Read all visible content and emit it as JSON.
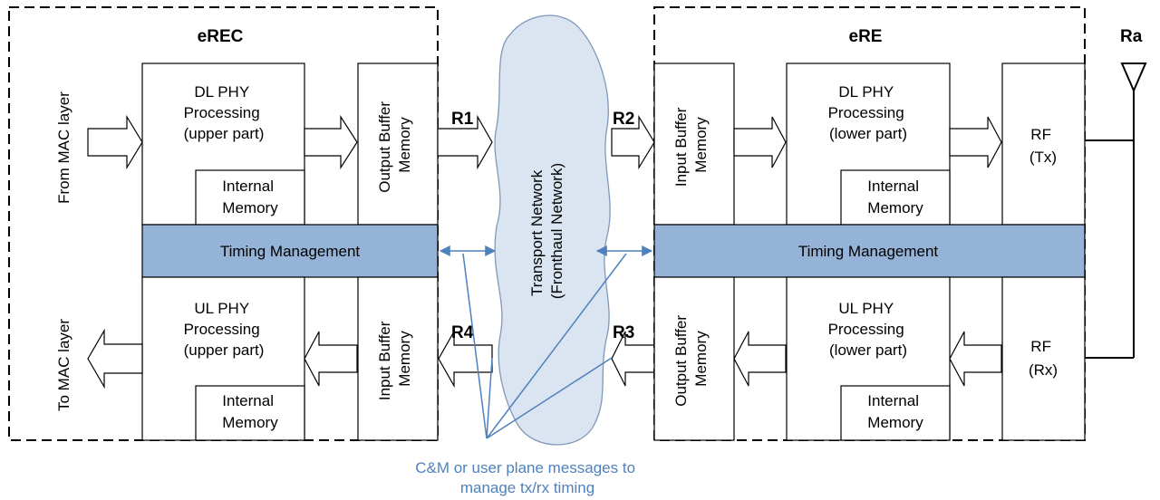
{
  "diagram": {
    "erec_title": "eREC",
    "ere_title": "eRE",
    "antenna_label": "Ra",
    "from_mac": "From MAC layer",
    "to_mac": "To MAC layer",
    "erec_dl": [
      "DL PHY",
      "Processing",
      "(upper part)"
    ],
    "erec_ul": [
      "UL PHY",
      "Processing",
      "(upper part)"
    ],
    "ere_dl": [
      "DL PHY",
      "Processing",
      "(lower part)"
    ],
    "ere_ul": [
      "UL PHY",
      "Processing",
      "(lower part)"
    ],
    "internal_memory": [
      "Internal",
      "Memory"
    ],
    "output_buffer": [
      "Output Buffer",
      "Memory"
    ],
    "input_buffer": [
      "Input Buffer",
      "Memory"
    ],
    "timing_management": "Timing Management",
    "transport_network": [
      "Transport Network",
      "(Fronthaul Network)"
    ],
    "rf_tx": [
      "RF",
      "(Tx)"
    ],
    "rf_rx": [
      "RF",
      "(Rx)"
    ],
    "ref_r1": "R1",
    "ref_r2": "R2",
    "ref_r3": "R3",
    "ref_r4": "R4",
    "annotation": [
      "C&M or user plane messages to",
      "manage tx/rx timing"
    ],
    "colors": {
      "timing_fill": "#95b3d7",
      "cloud_fill": "#dbe5f1",
      "annotation": "#4f81bd"
    }
  }
}
